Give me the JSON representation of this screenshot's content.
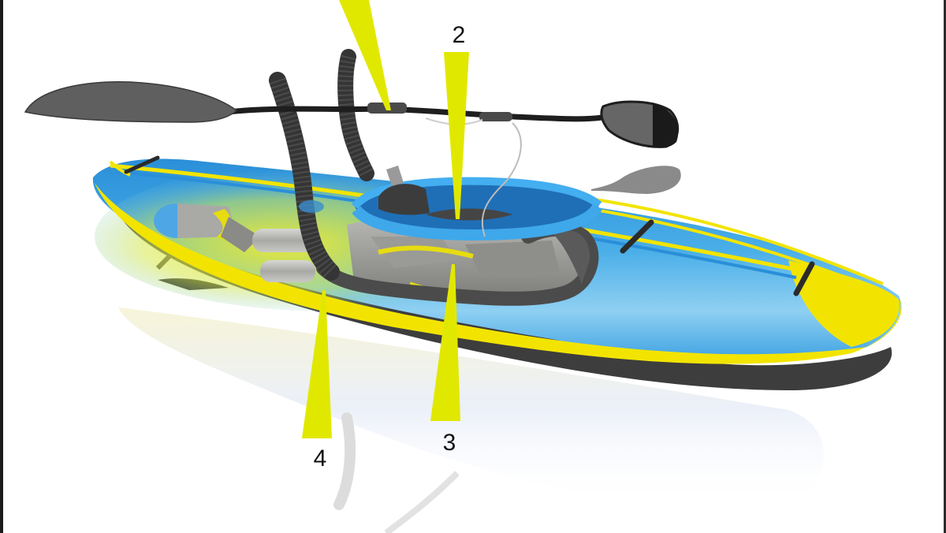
{
  "diagram": {
    "subject": "Motorized kayak cutaway illustration",
    "colors": {
      "background": "#ffffff",
      "hull_blue": "#2f9be0",
      "hull_light_blue": "#8fd0f2",
      "hull_yellow": "#f2e400",
      "pointer_yellow": "#e1e800",
      "paddle_grey": "#5f5f5f",
      "hose_dark": "#3a3a3a",
      "label_text": "#111111",
      "frame_border": "#1a1a1a"
    },
    "callouts": [
      {
        "id": "1",
        "label": "",
        "target": "paddle-shaft-sensor",
        "label_visible": false
      },
      {
        "id": "2",
        "label": "2",
        "target": "cockpit-seat"
      },
      {
        "id": "3",
        "label": "3",
        "target": "engine"
      },
      {
        "id": "4",
        "label": "4",
        "target": "exhaust-hose-base"
      }
    ],
    "components": [
      "paddle",
      "left-paddle-blade",
      "right-paddle-blade",
      "paddle-shadow-blade",
      "paddle-control-cable",
      "intake-snorkel-hose",
      "exhaust-snorkel-hose",
      "kayak-hull",
      "cockpit-rim",
      "seat",
      "engine-block",
      "exhaust-pipe",
      "deck-handles",
      "jet-propulsion-unit",
      "hull-shadow",
      "hull-reflection"
    ]
  }
}
